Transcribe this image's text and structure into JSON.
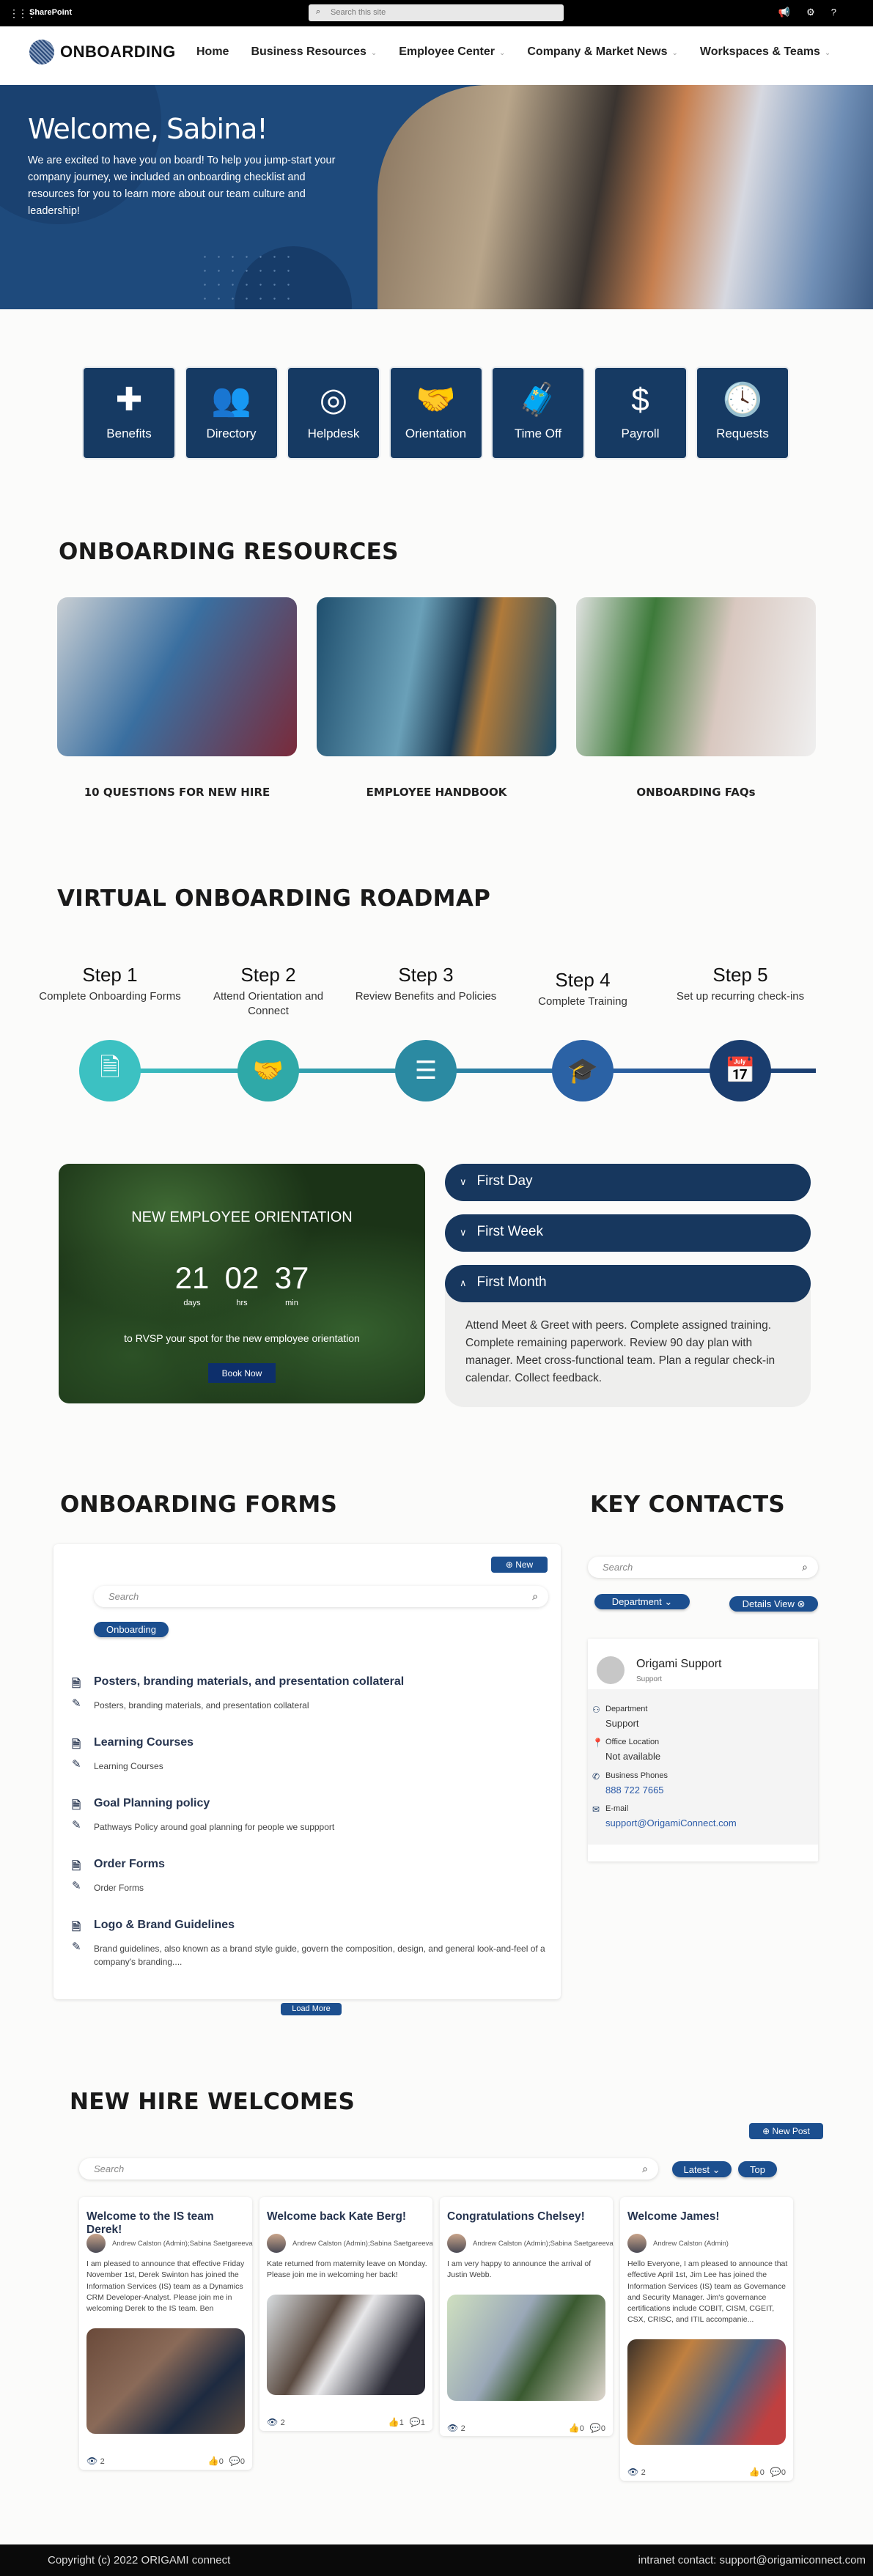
{
  "topbar": {
    "brand": "SharePoint",
    "search_placeholder": "Search this site"
  },
  "nav": {
    "logo": "ONBOARDING",
    "items": [
      {
        "label": "Home",
        "dropdown": false
      },
      {
        "label": "Business Resources",
        "dropdown": true
      },
      {
        "label": "Employee Center",
        "dropdown": true
      },
      {
        "label": "Company & Market News",
        "dropdown": true
      },
      {
        "label": "Workspaces & Teams",
        "dropdown": true
      }
    ]
  },
  "hero": {
    "title": "Welcome, Sabina!",
    "text": "We are excited to have you on board! To help you jump-start your company journey, we included an onboarding checklist and resources for you to learn more about our team culture and leadership!"
  },
  "tiles": [
    {
      "label": "Benefits",
      "icon": "medical-kit-icon",
      "glyph": "✚"
    },
    {
      "label": "Directory",
      "icon": "people-icon",
      "glyph": "👥"
    },
    {
      "label": "Helpdesk",
      "icon": "life-ring-icon",
      "glyph": "◎"
    },
    {
      "label": "Orientation",
      "icon": "handshake-icon",
      "glyph": "🤝"
    },
    {
      "label": "Time Off",
      "icon": "suitcase-icon",
      "glyph": "🧳"
    },
    {
      "label": "Payroll",
      "icon": "dollar-icon",
      "glyph": "$"
    },
    {
      "label": "Requests",
      "icon": "clock-icon",
      "glyph": "🕓"
    }
  ],
  "resources": {
    "title": "ONBOARDING RESOURCES",
    "items": [
      {
        "caption": "10 QUESTIONS FOR NEW HIRE"
      },
      {
        "caption": "EMPLOYEE HANDBOOK"
      },
      {
        "caption": "ONBOARDING FAQs"
      }
    ]
  },
  "roadmap": {
    "title": "VIRTUAL ONBOARDING ROADMAP",
    "steps": [
      {
        "title": "Step 1",
        "desc": "Complete Onboarding Forms",
        "icon": "document-icon",
        "glyph": "🗎",
        "color": "#3cc1c2"
      },
      {
        "title": "Step 2",
        "desc": "Attend Orientation and Connect",
        "icon": "handshake-icon",
        "glyph": "🤝",
        "color": "#2fa9a8"
      },
      {
        "title": "Step 3",
        "desc": "Review Benefits and Policies",
        "icon": "list-icon",
        "glyph": "☰",
        "color": "#2b8aa2"
      },
      {
        "title": "Step 4",
        "desc": "Complete Training",
        "icon": "graduation-cap-icon",
        "glyph": "🎓",
        "color": "#2b62a5"
      },
      {
        "title": "Step 5",
        "desc": "Set up recurring check-ins",
        "icon": "calendar-check-icon",
        "glyph": "📅",
        "color": "#1a3d6e"
      }
    ]
  },
  "orientation": {
    "title": "NEW EMPLOYEE ORIENTATION",
    "days": "21",
    "hrs": "02",
    "min": "37",
    "days_label": "days",
    "hrs_label": "hrs",
    "min_label": "min",
    "rsvp": "to RVSP your spot for the new employee orientation",
    "button": "Book Now"
  },
  "accordion": {
    "items": [
      {
        "label": "First Day",
        "expanded": false
      },
      {
        "label": "First Week",
        "expanded": false
      },
      {
        "label": "First Month",
        "expanded": true
      }
    ],
    "content": "Attend Meet & Greet with peers. Complete assigned training. Complete remaining paperwork. Review 90 day plan with manager. Meet cross-functional team. Plan a regular check-in calendar. Collect feedback."
  },
  "forms": {
    "title": "ONBOARDING FORMS",
    "new_label": "New",
    "search_placeholder": "Search",
    "filter": "Onboarding",
    "load_more": "Load More",
    "items": [
      {
        "title": "Posters, branding materials, and presentation collateral",
        "desc": "Posters, branding materials, and presentation collateral"
      },
      {
        "title": "Learning Courses",
        "desc": "Learning Courses"
      },
      {
        "title": "Goal Planning policy",
        "desc": "Pathways Policy around goal planning for people we suppport"
      },
      {
        "title": "Order Forms",
        "desc": "Order Forms"
      },
      {
        "title": "Logo & Brand Guidelines",
        "desc": "Brand guidelines, also known as a brand style guide, govern the composition, design, and general look-and-feel of a company's branding...."
      }
    ]
  },
  "contacts": {
    "title": "KEY CONTACTS",
    "search_placeholder": "Search",
    "department_label": "Department",
    "details_label": "Details View",
    "card": {
      "name": "Origami Support",
      "subtitle": "Support",
      "department_label": "Department",
      "department": "Support",
      "office_label": "Office Location",
      "office": "Not available",
      "phone_label": "Business Phones",
      "phone": "888 722 7665",
      "email_label": "E-mail",
      "email": "support@OrigamiConnect.com"
    }
  },
  "welcomes": {
    "title": "NEW HIRE WELCOMES",
    "new_post": "New Post",
    "search_placeholder": "Search",
    "sort": "Latest",
    "top": "Top",
    "posts": [
      {
        "title": "Welcome to the IS team Derek!",
        "author": "Andrew Calston (Admin);Sabina Saetgareeva",
        "body": "I am pleased to announce that effective Friday November 1st, Derek Swinton has joined the Information Services (IS) team as a Dynamics CRM Developer-Analyst. Please join me in welcoming Derek to the IS team. Ben",
        "views": "2",
        "likes": "0",
        "comments": "0"
      },
      {
        "title": "Welcome back Kate Berg!",
        "author": "Andrew Calston (Admin);Sabina Saetgareeva",
        "body": "Kate returned from maternity leave on Monday. Please join me in welcoming her back!",
        "views": "2",
        "likes": "1",
        "comments": "1"
      },
      {
        "title": "Congratulations Chelsey!",
        "author": "Andrew Calston (Admin);Sabina Saetgareeva",
        "body": "I am very happy to announce the arrival of Justin Webb.",
        "views": "2",
        "likes": "0",
        "comments": "0"
      },
      {
        "title": "Welcome James!",
        "author": "Andrew Calston (Admin)",
        "body": "Hello Everyone, I am pleased to announce that effective April 1st, Jim Lee has joined the Information Services (IS) team as Governance and Security Manager. Jim's  governance certifications include COBIT, CISM, CGEIT, CSX, CRISC, and ITIL accompanie...",
        "views": "2",
        "likes": "0",
        "comments": "0"
      }
    ]
  },
  "footer": {
    "copyright": "Copyright (c) 2022 ORIGAMI connect",
    "contact": "intranet contact: support@origamiconnect.com"
  },
  "colors": {
    "navy": "#163a63",
    "button": "#1c4f8f",
    "hero": "#1e4a7c"
  }
}
